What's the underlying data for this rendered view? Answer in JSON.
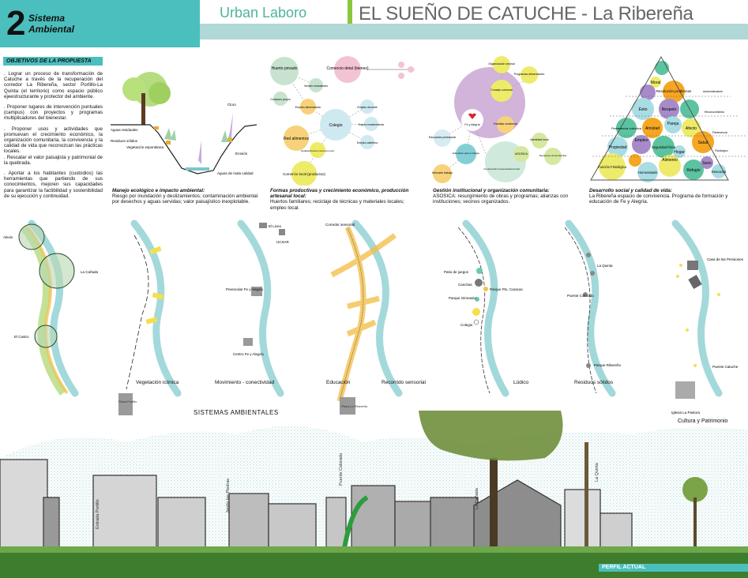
{
  "header": {
    "number": "2",
    "section_line1": "Sistema",
    "section_line2": "Ambiental",
    "brand": "Urban Laboro",
    "title": "EL SUEÑO DE CATUCHE - La Ribereña",
    "colors": {
      "teal": "#4bbfbd",
      "band": "#b0d8d6",
      "accent_green": "#8cc63f",
      "brand": "#4fb39a"
    }
  },
  "objectives": {
    "heading": "OBJETIVOS DE LA PROPUESTA",
    "paragraphs": [
      ". Lograr un proceso de transformación de Catuche a través de la recuperación del corredor La Ribereña, sector Portillo-La Quinta (el territorio) como espacio público ejeestructurante y protector del ambiente.",
      ". Proponer lugares de intervención puntuales (campus) con proyectos y programas multiplicadores del bienestar.",
      ". Proponer usos y actividades que promuevan el crecimiento económico, la organización comunitaria, la convivencia y la calidad de vida que reconozcan las prácticas locales.\n. Rescatar el valor paisajista y patrimonial de la quebrada.",
      ". Aportar a los habitantes (custodios) las herramientas que partiendo de sus conocimientos, mejoren sus capacidades para garantizar la factibilidad y sostenibilidad de su ejecución y continuidad."
    ]
  },
  "diagrams": {
    "ravine": {
      "labels": [
        "Aguas residuales",
        "Residuos sólidos",
        "Vegetación espontánea",
        "Cloro",
        "Erosión",
        "Aguas de mala calidad"
      ]
    },
    "economy": {
      "nodes": [
        "Huerto privado",
        "Comercio detal (bienes)",
        "Vender excedentes",
        "Consumo propio",
        "Empleo alimentación",
        "Colegio",
        "Red alimentos",
        "Empleo docente",
        "Empleo mantenimiento",
        "Empleo cafetería",
        "Establecimiento comercio local",
        "Comercio local (productos)"
      ]
    },
    "institutional": {
      "nodes": [
        "Organización vecinal",
        "Programas alimentación",
        "Consejo comunal",
        "Fe y Alegría",
        "Familias modernas",
        "Educación preescolar",
        "Educación para el trabajo",
        "Mercado trabajo",
        "Identidad local",
        "ASOSICA",
        "Decisiones de las familias",
        "Construcción nueva decisión local"
      ]
    },
    "pyramid": {
      "levels": [
        "Autorrealización",
        "Reconocimiento",
        "Pertenencia",
        "Fisiológico"
      ],
      "needs": [
        "Moral",
        "Resolución problemas",
        "Éxito",
        "Respeto",
        "Pertenencia colectiva",
        "Amistad",
        "Pareja",
        "Afecto",
        "Propiedad",
        "Empleo",
        "Seguridad física",
        "Hogar",
        "Salud",
        "Función Fisiológica",
        "Homeostasis",
        "Alimento",
        "Refugio",
        "Sexo",
        "Descanso"
      ]
    }
  },
  "captions": [
    {
      "title": "Manejo ecológico e impacto ambiental:",
      "body": "Riesgo por inundación y deslizamientos; contaminación ambiental por desechos y aguas servidas; valor paisajístico inexplotable."
    },
    {
      "title": "Formas productivas y crecimiento económico, producción artesanal local:",
      "body": "Huertos familiares; reciclaje de técnicas y materiales locales; empleo local."
    },
    {
      "title": "Gestión institucional y organización comunitaria:",
      "body": "ASOSICA: resurgimiento de obras y programas; alianzas con instituciones; vecinos organizados."
    },
    {
      "title": "Desarrollo social y calidad de vida:",
      "body": "La Ribereña espacio de convivencia. Programa de formación y educación de Fe y Alegría."
    }
  ],
  "systems": {
    "heading": "SISTEMAS AMBIENTALES",
    "items": [
      {
        "label": "Vegetación icónica",
        "places": [
          "Alexis",
          "La Cañada",
          "El Castro",
          "Plaza Portillo"
        ]
      },
      {
        "label": "Movimiento - conectividad",
        "places": []
      },
      {
        "label": "Educación",
        "places": [
          "El Liceo",
          "UCSAR",
          "Preescolar Fe y Alegría",
          "Centro Fe y Alegría"
        ]
      },
      {
        "label": "Recorrido sensorial",
        "places": [
          "Corredor sensorial",
          "Plaza La Ribereña"
        ]
      },
      {
        "label": "Lúdico",
        "places": [
          "Patio de juegos",
          "Canchas",
          "Parque Pto. Caracas",
          "Parque Gimnasio",
          "Colegio"
        ]
      },
      {
        "label": "Residuos sólidos",
        "places": [
          "La Quinta",
          "Puente Colorado",
          "Parque Ribereño"
        ]
      },
      {
        "label": "Cultura y Patrimonio",
        "places": [
          "Casa de las Pensiones",
          "Iglesia La Pastora",
          "Puente Catuche"
        ]
      }
    ]
  },
  "profile": {
    "label": "PERFIL ACTUAL",
    "streets": [
      "Entrada Portillo",
      "Jardín las Piedras",
      "Puente Colorado",
      "La Cañada",
      "La Quinta"
    ]
  }
}
